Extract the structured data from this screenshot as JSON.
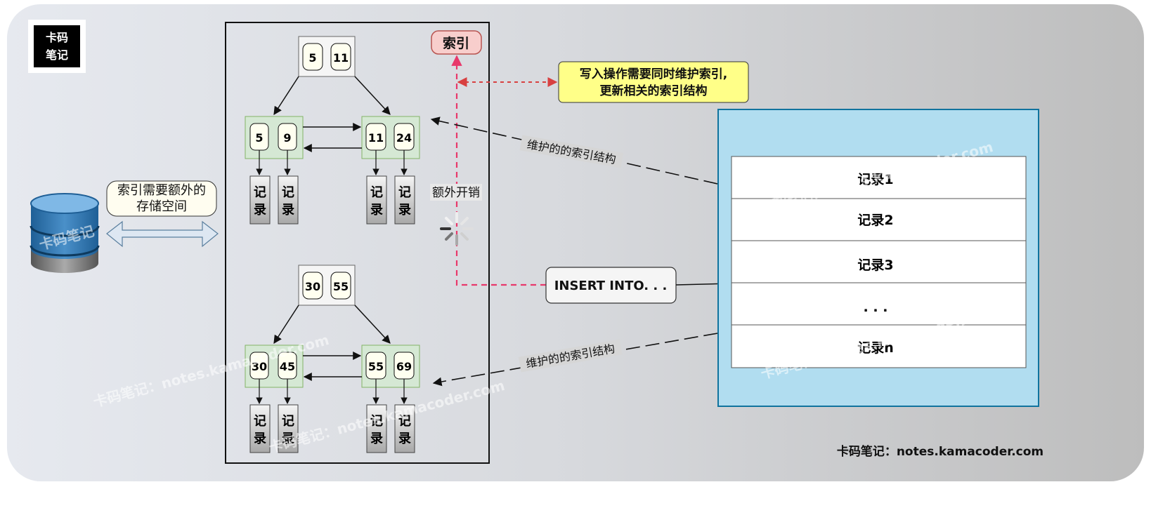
{
  "logo": {
    "line1": "卡码",
    "line2": "笔记"
  },
  "labels": {
    "index_tag": "索引",
    "write_note_line1": "写入操作需要同时维护索引,",
    "write_note_line2": "更新相关的索引结构",
    "storage_line1": "索引需要额外的",
    "storage_line2": "存储空间",
    "extra_cost": "额外开销",
    "maintain_top": "维护的的索引结构",
    "maintain_bottom": "维护的的索引结构",
    "insert": "INSERT INTO. . .",
    "footer": "卡码笔记：notes.kamacoder.com"
  },
  "leaf_record": {
    "top": "记",
    "bottom": "录"
  },
  "tree_top": {
    "root": [
      "5",
      "11"
    ],
    "leaf_left": [
      "5",
      "9"
    ],
    "leaf_right": [
      "11",
      "24"
    ]
  },
  "tree_bottom": {
    "root": [
      "30",
      "55"
    ],
    "leaf_left": [
      "30",
      "45"
    ],
    "leaf_right": [
      "55",
      "69"
    ]
  },
  "table_rows": [
    "记录1",
    "记录2",
    "记录3",
    ". . .",
    "记录n"
  ],
  "watermarks": [
    "卡码笔记：notes.kamacoder.com",
    "卡码笔记：notes.kamacoder.com",
    "卡码笔记：notes.kamacoder.com",
    "卡码笔记：notes.kamacoder.com",
    "卡码笔记"
  ],
  "colors": {
    "leaf_fill": "#d5e8d4",
    "leaf_stroke": "#82b366",
    "index_tag_fill": "#f8cecc",
    "index_tag_stroke": "#b85450",
    "note_fill": "#ffff88",
    "table_panel_fill": "#b1ddf0",
    "table_panel_stroke": "#10739e",
    "dashed_red": "#e8386b"
  }
}
